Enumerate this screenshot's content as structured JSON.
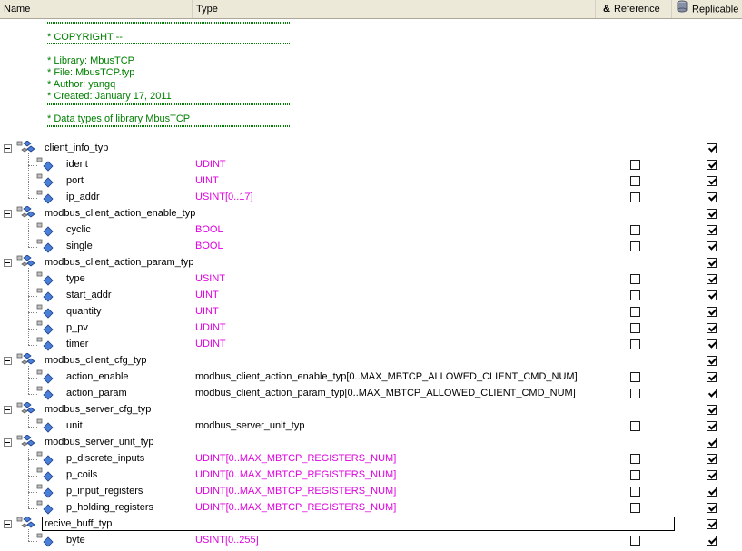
{
  "header": {
    "name_label": "Name",
    "type_label": "Type",
    "reference_label": "Reference",
    "reference_icon": "ampersand-icon",
    "replicable_label": "Replicable",
    "replicable_icon": "cylinder-icon"
  },
  "comments": [
    "* COPYRIGHT --",
    "* Library: MbusTCP",
    "* File: MbusTCP.typ",
    "* Author: yangq",
    "* Created: January 17, 2011",
    "* Data types of library MbusTCP"
  ],
  "colors": {
    "base_type": "#e000e0",
    "comment": "#008000"
  },
  "structs": [
    {
      "name": "client_info_typ",
      "replicable": true,
      "members": [
        {
          "name": "ident",
          "type": "UDINT",
          "base": true,
          "reference": false,
          "replicable": true
        },
        {
          "name": "port",
          "type": "UINT",
          "base": true,
          "reference": false,
          "replicable": true
        },
        {
          "name": "ip_addr",
          "type": "USINT[0..17]",
          "base": true,
          "reference": false,
          "replicable": true
        }
      ]
    },
    {
      "name": "modbus_client_action_enable_typ",
      "replicable": true,
      "members": [
        {
          "name": "cyclic",
          "type": "BOOL",
          "base": true,
          "reference": false,
          "replicable": true
        },
        {
          "name": "single",
          "type": "BOOL",
          "base": true,
          "reference": false,
          "replicable": true
        }
      ]
    },
    {
      "name": "modbus_client_action_param_typ",
      "replicable": true,
      "members": [
        {
          "name": "type",
          "type": "USINT",
          "base": true,
          "reference": false,
          "replicable": true
        },
        {
          "name": "start_addr",
          "type": "UINT",
          "base": true,
          "reference": false,
          "replicable": true
        },
        {
          "name": "quantity",
          "type": "UINT",
          "base": true,
          "reference": false,
          "replicable": true
        },
        {
          "name": "p_pv",
          "type": "UDINT",
          "base": true,
          "reference": false,
          "replicable": true
        },
        {
          "name": "timer",
          "type": "UDINT",
          "base": true,
          "reference": false,
          "replicable": true
        }
      ]
    },
    {
      "name": "modbus_client_cfg_typ",
      "replicable": true,
      "members": [
        {
          "name": "action_enable",
          "type": "modbus_client_action_enable_typ[0..MAX_MBTCP_ALLOWED_CLIENT_CMD_NUM]",
          "base": false,
          "reference": false,
          "replicable": true
        },
        {
          "name": "action_param",
          "type": "modbus_client_action_param_typ[0..MAX_MBTCP_ALLOWED_CLIENT_CMD_NUM]",
          "base": false,
          "reference": false,
          "replicable": true
        }
      ]
    },
    {
      "name": "modbus_server_cfg_typ",
      "replicable": true,
      "members": [
        {
          "name": "unit",
          "type": "modbus_server_unit_typ",
          "base": false,
          "reference": false,
          "replicable": true
        }
      ]
    },
    {
      "name": "modbus_server_unit_typ",
      "replicable": true,
      "members": [
        {
          "name": "p_discrete_inputs",
          "type": "UDINT[0..MAX_MBTCP_REGISTERS_NUM]",
          "base": true,
          "reference": false,
          "replicable": true
        },
        {
          "name": "p_coils",
          "type": "UDINT[0..MAX_MBTCP_REGISTERS_NUM]",
          "base": true,
          "reference": false,
          "replicable": true
        },
        {
          "name": "p_input_registers",
          "type": "UDINT[0..MAX_MBTCP_REGISTERS_NUM]",
          "base": true,
          "reference": false,
          "replicable": true
        },
        {
          "name": "p_holding_registers",
          "type": "UDINT[0..MAX_MBTCP_REGISTERS_NUM]",
          "base": true,
          "reference": false,
          "replicable": true
        }
      ]
    },
    {
      "name": "recive_buff_typ",
      "replicable": true,
      "selected": true,
      "members": [
        {
          "name": "byte",
          "type": "USINT[0..255]",
          "base": true,
          "reference": false,
          "replicable": true
        }
      ]
    }
  ]
}
